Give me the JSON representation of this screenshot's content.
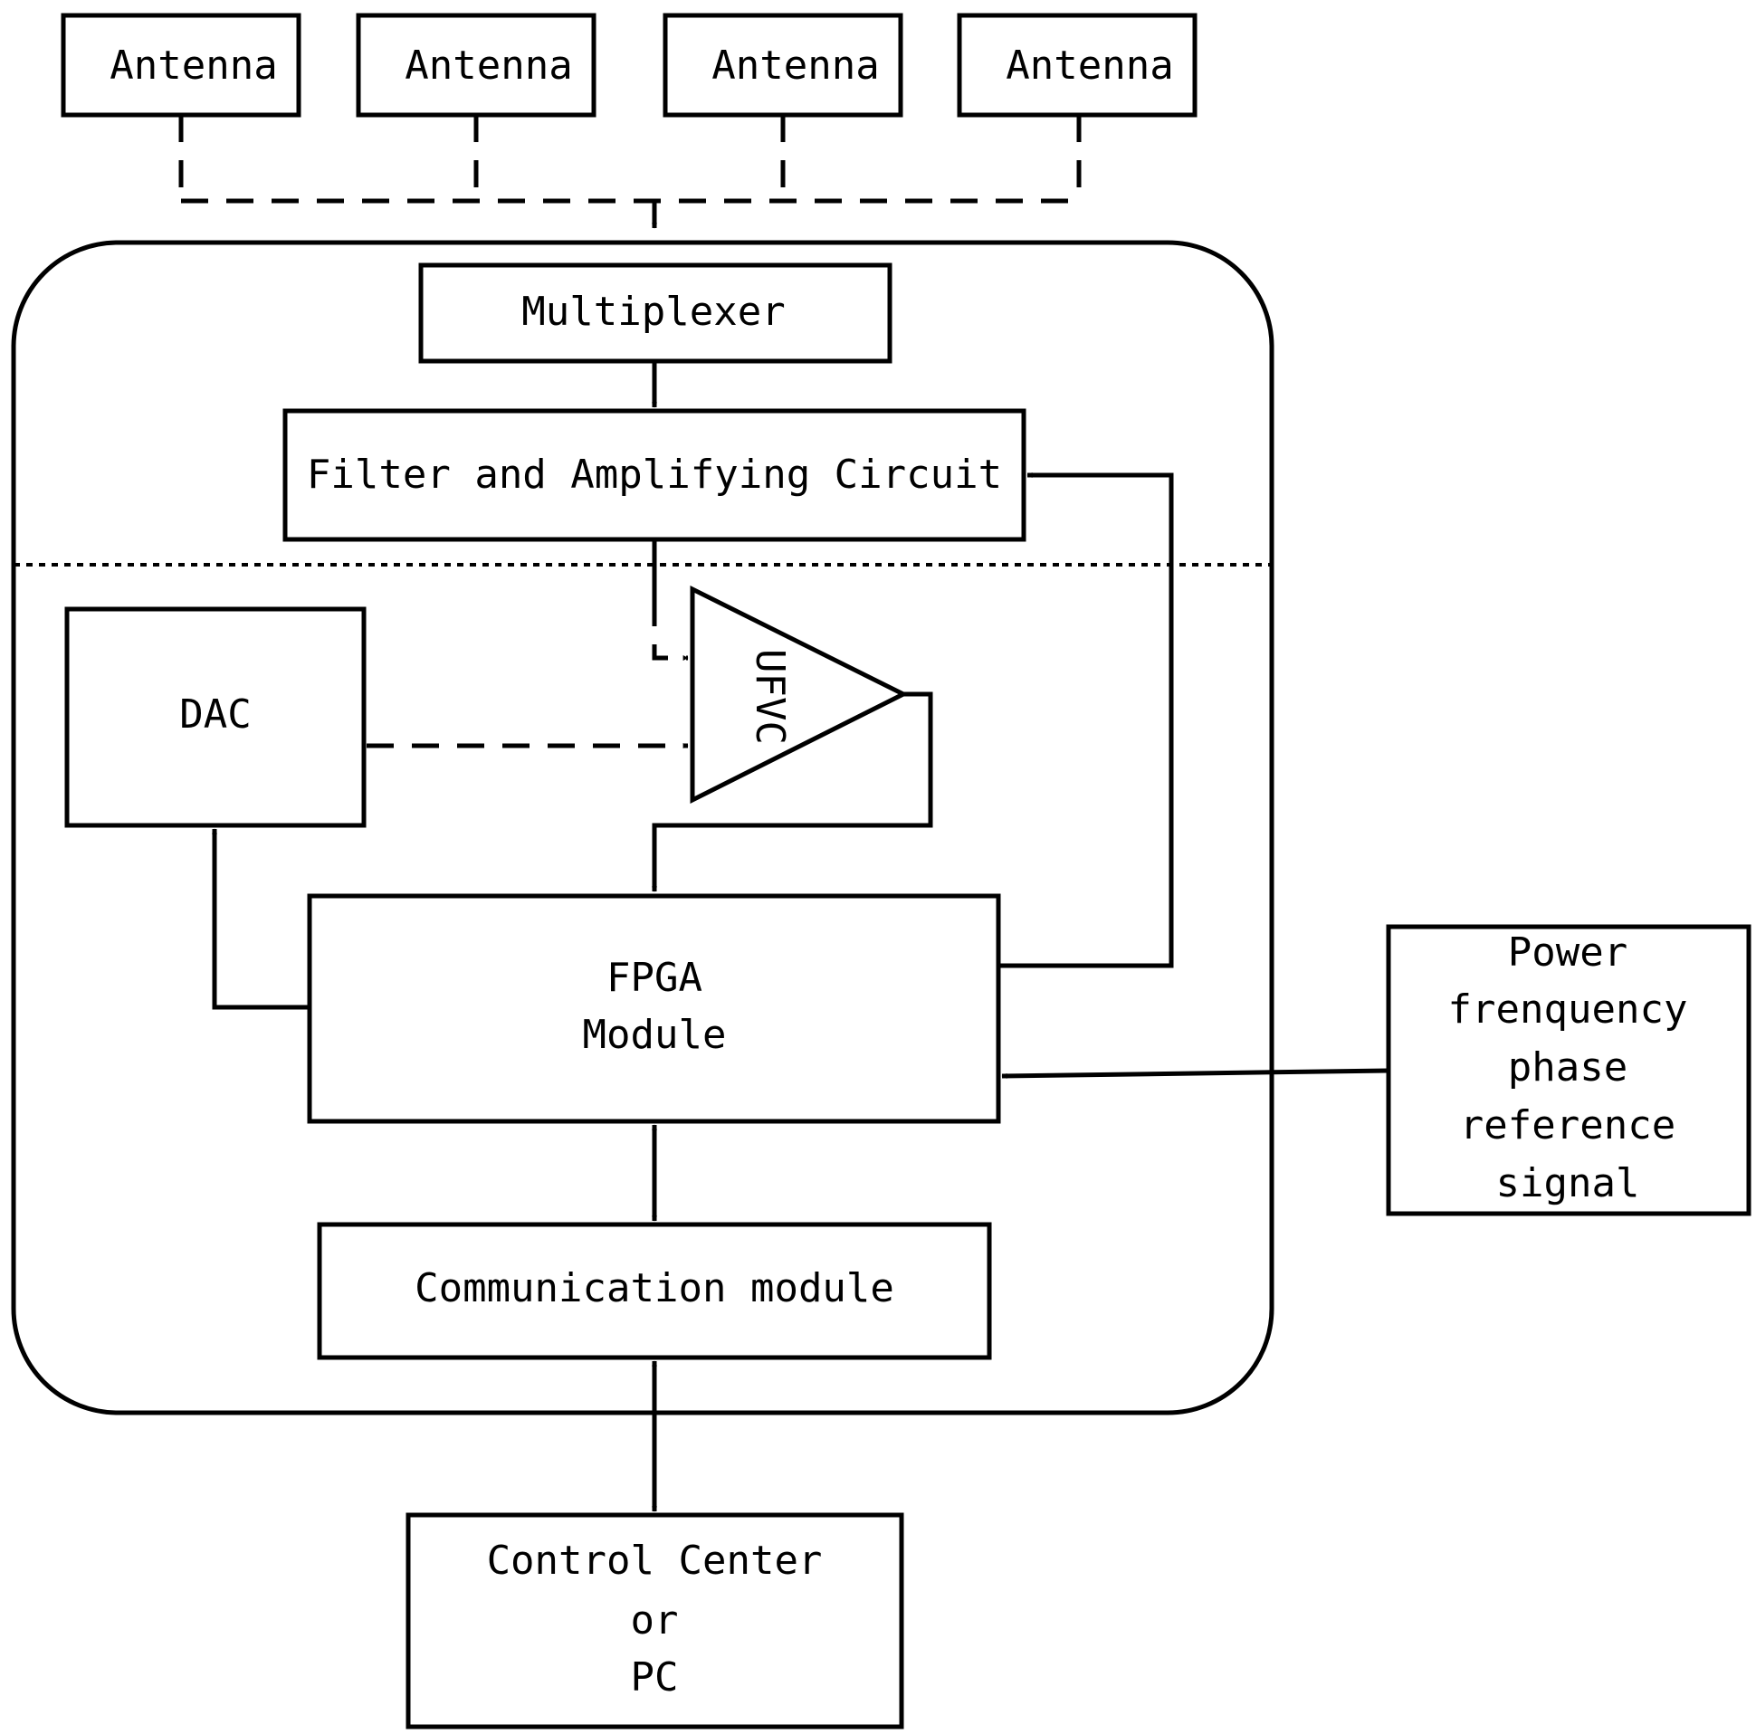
{
  "antennas": [
    "Antenna",
    "Antenna",
    "Antenna",
    "Antenna"
  ],
  "blocks": {
    "multiplexer": "Multiplexer",
    "filter": "Filter and Amplifying Circuit",
    "ufvc": "UFVC",
    "dac": "DAC",
    "fpga": [
      "FPGA",
      "Module"
    ],
    "communication": "Communication module",
    "control": [
      "Control Center",
      "or",
      "PC"
    ],
    "reference": [
      "Power",
      "frenquency",
      "phase",
      "reference",
      "signal"
    ]
  }
}
